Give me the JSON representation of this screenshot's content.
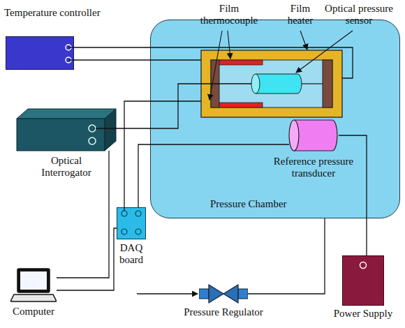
{
  "diagram": {
    "nodes": [
      {
        "text": [
          "Temperature controller"
        ]
      },
      {
        "text": [
          "Pressure Chamber"
        ]
      },
      {
        "text": [
          "Reference pressure transducer"
        ],
        "in": 1
      },
      {
        "text": [
          "Optical Interrogator"
        ]
      },
      {
        "text": [
          "DAQ board"
        ]
      },
      {
        "text": [
          "Computer"
        ]
      },
      {
        "text": [
          "Pressure Regulator"
        ]
      },
      {
        "text": [
          "Power Supply"
        ]
      }
    ],
    "edges": [
      {
        "from": 3,
        "to": 5,
        "arrow": "none"
      },
      {
        "from": 4,
        "to": 5,
        "arrow": "none"
      },
      {
        "from": 4,
        "to": 2,
        "arrow": "none"
      },
      {
        "from": 6,
        "to": 1,
        "arrow": "none"
      },
      {
        "from": 2,
        "to": 7,
        "arrow": "none"
      }
    ],
    "labels": [
      "Film thermocouple",
      "Film heater",
      "Optical pressure sensor"
    ]
  }
}
